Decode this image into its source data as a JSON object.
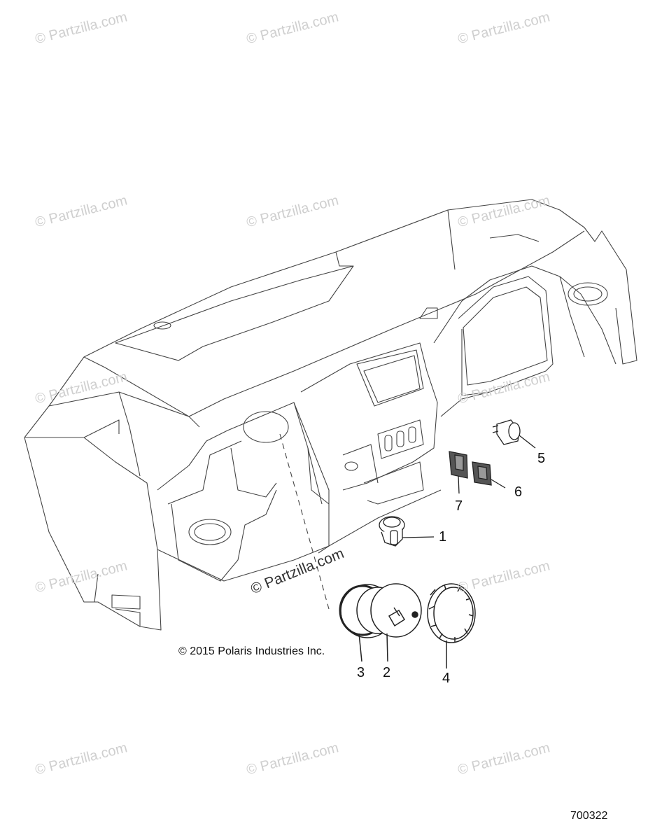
{
  "watermark": "© Partzilla.com",
  "copyright": "© 2015 Polaris Industries Inc.",
  "figure_number": "700322",
  "callouts": [
    "1",
    "2",
    "3",
    "4",
    "5",
    "6",
    "7"
  ]
}
